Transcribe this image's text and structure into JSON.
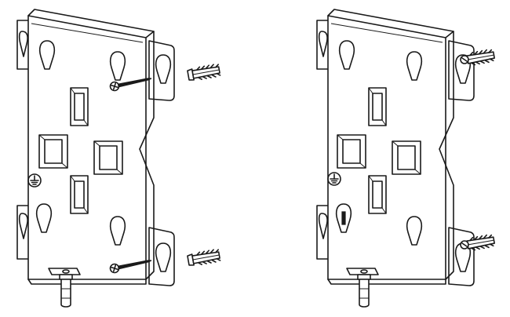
{
  "figure": {
    "panels": [
      {
        "id": "before",
        "state": "screws and wall anchors separated from bracket"
      },
      {
        "id": "after",
        "state": "wall anchors inserted through bracket flanges"
      }
    ],
    "icons": [
      "ground-symbol-icon",
      "screw-icon",
      "wall-anchor-icon",
      "keyhole-slot-icon",
      "lock-bolt-icon"
    ],
    "colors": {
      "line": "#1a1a1a",
      "background": "#ffffff"
    }
  }
}
